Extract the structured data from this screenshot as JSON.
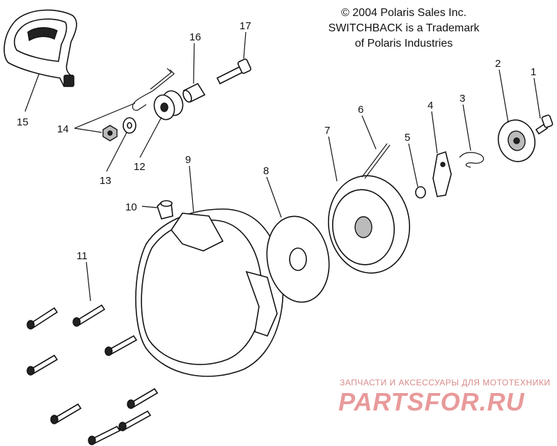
{
  "copyright": {
    "line1": "© 2004 Polaris Sales Inc.",
    "line2": "SWITCHBACK is a Trademark",
    "line3": "of Polaris Industries"
  },
  "callouts": {
    "c1": "1",
    "c2": "2",
    "c3": "3",
    "c4": "4",
    "c5": "5",
    "c6": "6",
    "c7": "7",
    "c8": "8",
    "c9": "9",
    "c10": "10",
    "c11": "11",
    "c12": "12",
    "c13": "13",
    "c14": "14",
    "c15": "15",
    "c16": "16",
    "c17": "17"
  },
  "watermark": {
    "subtitle": "ЗАПЧАСТИ И АКСЕССУАРЫ ДЛЯ МОТОТЕХНИКИ",
    "logo": "PARTSFOR.RU"
  }
}
